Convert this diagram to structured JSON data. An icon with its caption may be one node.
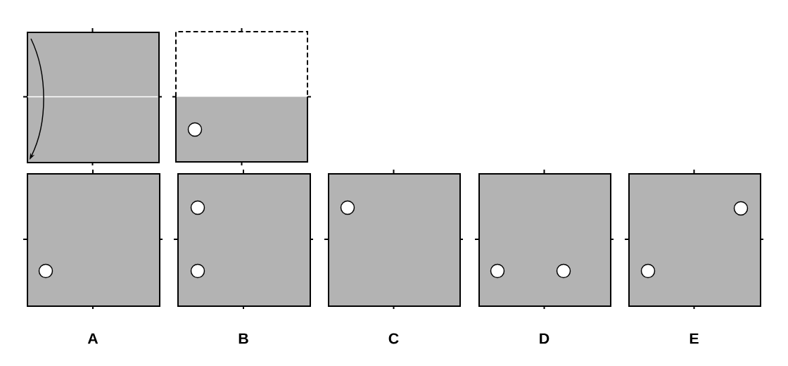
{
  "diagram": {
    "nodes": [
      {
        "text": [],
        "shape": "box"
      },
      {
        "text": [],
        "shape": "box"
      },
      {
        "text": [],
        "shape": "circle",
        "in": 1
      },
      {
        "text": [
          "A"
        ]
      },
      {
        "text": [],
        "shape": "circle",
        "in": 3
      },
      {
        "text": [
          "B"
        ]
      },
      {
        "text": [],
        "shape": "circle",
        "in": 5
      },
      {
        "text": [],
        "shape": "circle",
        "in": 5
      },
      {
        "text": [
          "C"
        ]
      },
      {
        "text": [],
        "shape": "circle",
        "in": 8
      },
      {
        "text": [
          "D"
        ]
      },
      {
        "text": [],
        "shape": "circle",
        "in": 10
      },
      {
        "text": [],
        "shape": "circle",
        "in": 10
      },
      {
        "text": [
          "E"
        ]
      },
      {
        "text": [],
        "shape": "circle",
        "in": 13
      },
      {
        "text": [],
        "shape": "circle",
        "in": 13
      }
    ]
  }
}
